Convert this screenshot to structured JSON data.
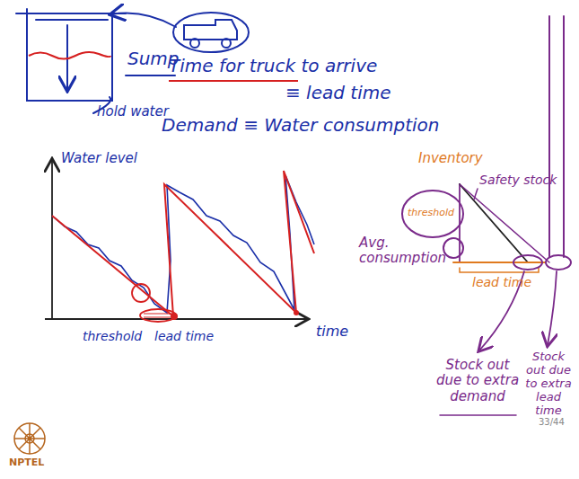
{
  "diagram": {
    "labels": [
      "Sump",
      "hold water",
      "Time for truck to arrive",
      "≡ lead time",
      "Demand ≡ Water consumption",
      "Water level",
      "time",
      "threshold",
      "lead time",
      "Inventory",
      "threshold",
      "Safety stock",
      "Avg. consumption",
      "lead time",
      "Stock out due to extra demand",
      "Stock out due to extra lead time",
      "33/44",
      "NPTEL"
    ]
  }
}
